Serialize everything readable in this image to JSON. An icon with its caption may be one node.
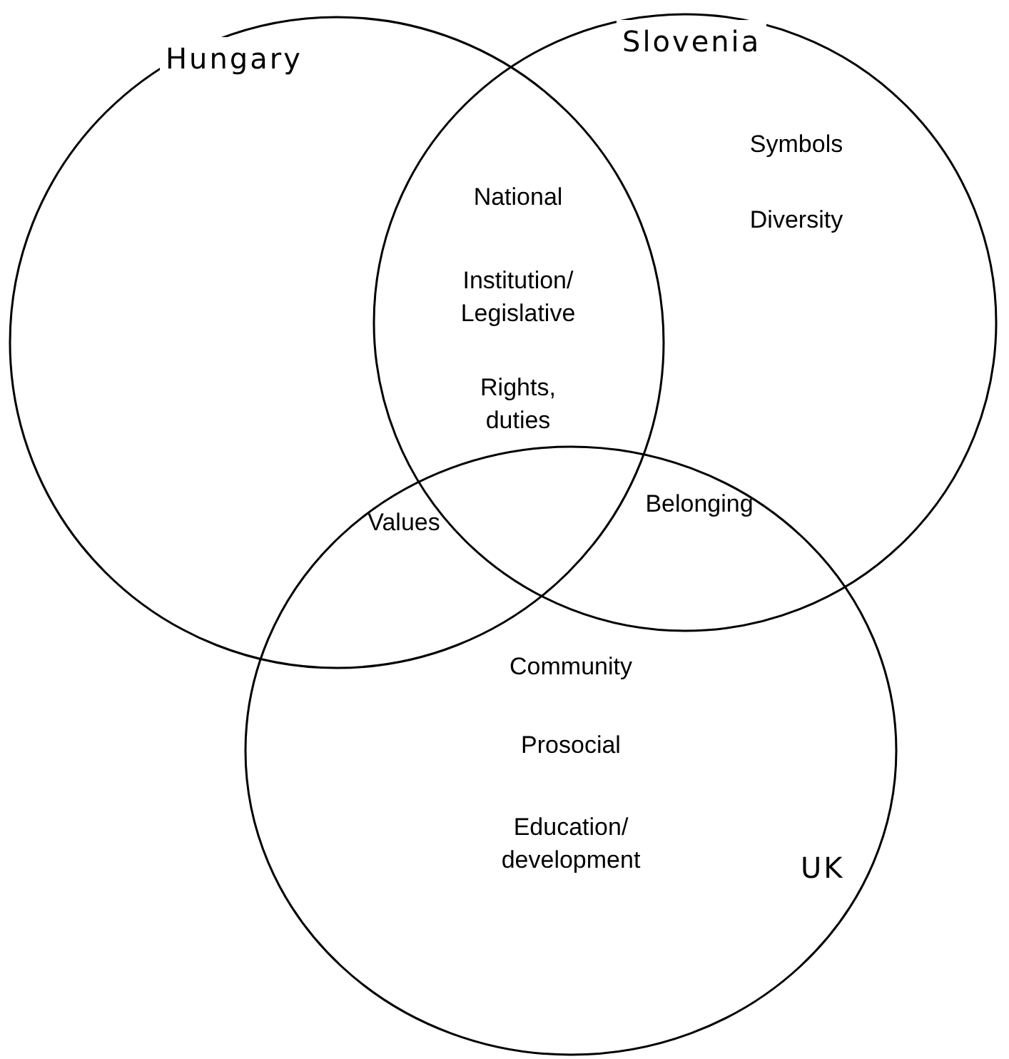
{
  "diagram": {
    "nodes": [
      {
        "text": [
          "Hungary"
        ]
      },
      {
        "text": [
          "Slovenia"
        ]
      },
      {
        "text": [
          "UK"
        ]
      }
    ],
    "labels": [
      "National",
      "Symbols",
      "Diversity",
      "Institution/ Legislative",
      "Rights, duties",
      "Values",
      "Belonging",
      "Community",
      "Prosocial",
      "Education/ development"
    ]
  }
}
